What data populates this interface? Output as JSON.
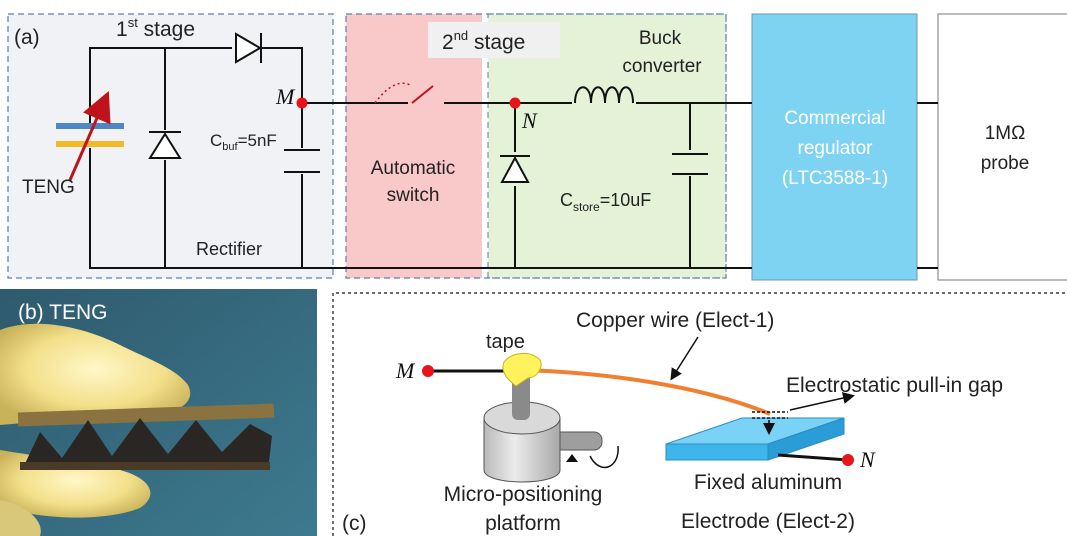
{
  "panel_a": {
    "tag": "(a)",
    "stage1": {
      "prefix": "1",
      "sup": "st",
      "suffix": " stage"
    },
    "stage2": {
      "prefix": "2",
      "sup": "nd",
      "suffix": " stage"
    },
    "teng_label": "TENG",
    "rectifier_label": "Rectifier",
    "cbuf": {
      "main": "C",
      "sub": "buf",
      "value": "=5nF"
    },
    "node_m": "M",
    "node_n": "N",
    "switch_label": [
      "Automatic",
      "switch"
    ],
    "buck_label": [
      "Buck",
      "converter"
    ],
    "cstore": {
      "main": "C",
      "sub": "store",
      "value": "=10uF"
    },
    "regulator_label": [
      "Commercial",
      "regulator",
      "(LTC3588-1)"
    ],
    "probe_label": [
      "1MΩ",
      "probe"
    ]
  },
  "panel_b": {
    "label": "(b) TENG"
  },
  "panel_c": {
    "tag": "(c)",
    "node_m": "M",
    "node_n": "N",
    "tape_label": "tape",
    "copper_label": "Copper wire (Elect-1)",
    "gap_label": "Electrostatic pull-in gap",
    "platform_label": [
      "Micro-positioning",
      "platform"
    ],
    "electrode_label": [
      "Fixed aluminum",
      "Electrode (Elect-2)"
    ]
  },
  "colors": {
    "stage1_bg": "#f0f2f5",
    "switch_bg": "#f9c8c8",
    "buck_bg": "#e4f2d8",
    "regulator_bg": "#7fd3f2",
    "node_dot": "#e8141c",
    "copper_wire": "#f08030",
    "electrode": "#3eb6ec",
    "arrow": "#c0121a"
  }
}
